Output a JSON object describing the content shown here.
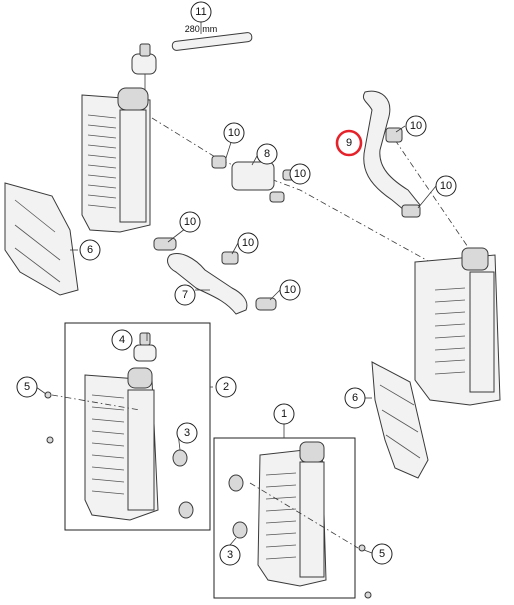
{
  "dimension_label": "280 mm",
  "highlighted_part": "9",
  "callouts": {
    "c11": "11",
    "c10a": "10",
    "c8": "8",
    "c10b": "10",
    "c9": "9",
    "c10c": "10",
    "c10d": "10",
    "c6left": "6",
    "c10e": "10",
    "c10f": "10",
    "c7": "7",
    "c10g": "10",
    "c4": "4",
    "c5left": "5",
    "c2": "2",
    "c3left": "3",
    "c6right": "6",
    "c1": "1",
    "c3right": "3",
    "c5right": "5"
  }
}
